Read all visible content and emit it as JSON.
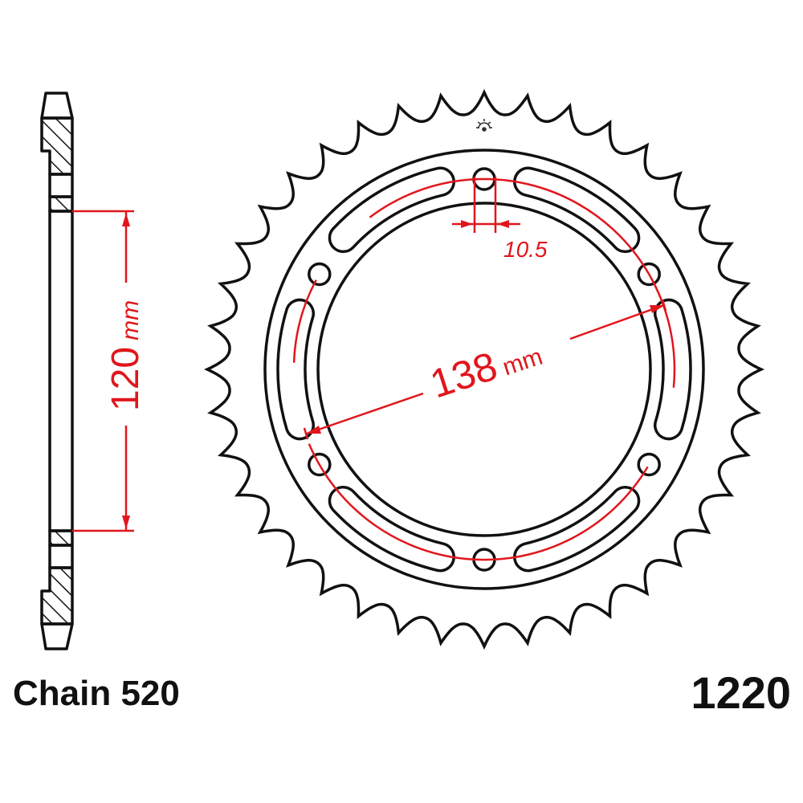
{
  "diagram": {
    "type": "sprocket-technical-drawing",
    "colors": {
      "outline": "#111111",
      "dimension": "#e0161c",
      "background": "#ffffff"
    },
    "labels": {
      "chain": "Chain 520",
      "part_number": "1220"
    },
    "dimensions": {
      "center_bore_height": {
        "value": "120",
        "unit": "mm"
      },
      "bolt_circle_diameter": {
        "value": "138",
        "unit": "mm"
      },
      "bolt_hole_diameter": {
        "value": "10.5",
        "unit": ""
      }
    },
    "sprocket": {
      "teeth": 40,
      "bolt_holes": 6,
      "lightening_slots": 6,
      "logo_icon": "star-logo-icon"
    }
  }
}
